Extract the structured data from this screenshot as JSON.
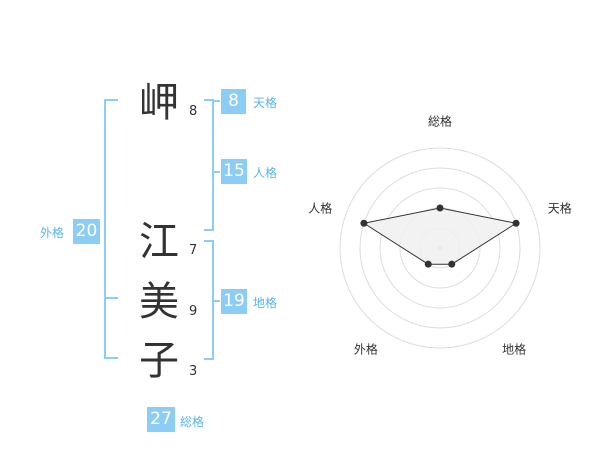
{
  "name": {
    "surname": [
      {
        "char": "岬",
        "strokes": "8"
      }
    ],
    "given": [
      {
        "char": "江",
        "strokes": "7"
      },
      {
        "char": "美",
        "strokes": "9"
      },
      {
        "char": "子",
        "strokes": "3"
      }
    ]
  },
  "fortunes": {
    "tenkaku": {
      "label": "天格",
      "value": "8"
    },
    "jinkaku": {
      "label": "人格",
      "value": "15"
    },
    "chikaku": {
      "label": "地格",
      "value": "19"
    },
    "gaikaku": {
      "label": "外格",
      "value": "20"
    },
    "soukaku": {
      "label": "総格",
      "value": "27"
    }
  },
  "colors": {
    "accent": "#8ccdf5",
    "accent_text": "#5ab4ec",
    "char_text": "#333333",
    "grid": "#dddddd",
    "radar_fill": "#f0f0f0",
    "radar_stroke": "#333333"
  },
  "chart_data": {
    "type": "radar",
    "axes": [
      "総格",
      "天格",
      "地格",
      "外格",
      "人格"
    ],
    "values": [
      2,
      4,
      1,
      1,
      4
    ],
    "max": 5,
    "rings": 5
  }
}
